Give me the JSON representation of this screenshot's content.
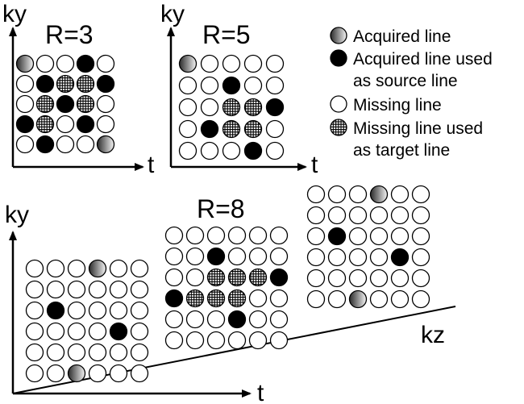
{
  "panel_r3": {
    "title": "R=3",
    "y_label": "ky",
    "x_label": "t",
    "grid": [
      [
        "acquired",
        "missing",
        "missing",
        "source",
        "missing"
      ],
      [
        "missing",
        "source",
        "target",
        "target",
        "source"
      ],
      [
        "missing",
        "target",
        "source",
        "target",
        "missing"
      ],
      [
        "source",
        "target",
        "missing",
        "source",
        "missing"
      ],
      [
        "missing",
        "source",
        "missing",
        "missing",
        "acquired"
      ]
    ]
  },
  "panel_r5": {
    "title": "R=5",
    "y_label": "ky",
    "x_label": "t",
    "grid": [
      [
        "acquired",
        "missing",
        "missing",
        "missing",
        "missing"
      ],
      [
        "missing",
        "missing",
        "source",
        "missing",
        "missing"
      ],
      [
        "missing",
        "missing",
        "target",
        "target",
        "source"
      ],
      [
        "missing",
        "source",
        "target",
        "target",
        "missing"
      ],
      [
        "missing",
        "missing",
        "missing",
        "source",
        "missing"
      ]
    ]
  },
  "panel_r8": {
    "title": "R=8",
    "y_label": "ky",
    "x_label": "t",
    "z_label": "kz",
    "grid_front": [
      [
        "missing",
        "missing",
        "missing",
        "acquired",
        "missing",
        "missing"
      ],
      [
        "missing",
        "missing",
        "missing",
        "missing",
        "missing",
        "missing"
      ],
      [
        "missing",
        "source",
        "missing",
        "missing",
        "missing",
        "missing"
      ],
      [
        "missing",
        "missing",
        "missing",
        "missing",
        "source",
        "missing"
      ],
      [
        "missing",
        "missing",
        "missing",
        "missing",
        "missing",
        "missing"
      ],
      [
        "missing",
        "missing",
        "acquired",
        "missing",
        "missing",
        "missing"
      ]
    ],
    "grid_middle": [
      [
        "missing",
        "missing",
        "missing",
        "missing",
        "missing",
        "missing"
      ],
      [
        "missing",
        "missing",
        "source",
        "missing",
        "missing",
        "missing"
      ],
      [
        "missing",
        "missing",
        "target",
        "target",
        "target",
        "source"
      ],
      [
        "source",
        "target",
        "target",
        "target",
        "missing",
        "missing"
      ],
      [
        "missing",
        "missing",
        "missing",
        "source",
        "missing",
        "missing"
      ],
      [
        "missing",
        "missing",
        "missing",
        "missing",
        "missing",
        "missing"
      ]
    ],
    "grid_back": [
      [
        "missing",
        "missing",
        "missing",
        "acquired",
        "missing",
        "missing"
      ],
      [
        "missing",
        "missing",
        "missing",
        "missing",
        "missing",
        "missing"
      ],
      [
        "missing",
        "source",
        "missing",
        "missing",
        "missing",
        "missing"
      ],
      [
        "missing",
        "missing",
        "missing",
        "missing",
        "source",
        "missing"
      ],
      [
        "missing",
        "missing",
        "missing",
        "missing",
        "missing",
        "missing"
      ],
      [
        "missing",
        "missing",
        "acquired",
        "missing",
        "missing",
        "missing"
      ]
    ]
  },
  "legend": [
    {
      "type": "acquired",
      "line1": "Acquired line",
      "line2": ""
    },
    {
      "type": "source",
      "line1": "Acquired line used",
      "line2": "as source line"
    },
    {
      "type": "missing",
      "line1": "Missing line",
      "line2": ""
    },
    {
      "type": "target",
      "line1": "Missing line used",
      "line2": "as target line"
    }
  ]
}
